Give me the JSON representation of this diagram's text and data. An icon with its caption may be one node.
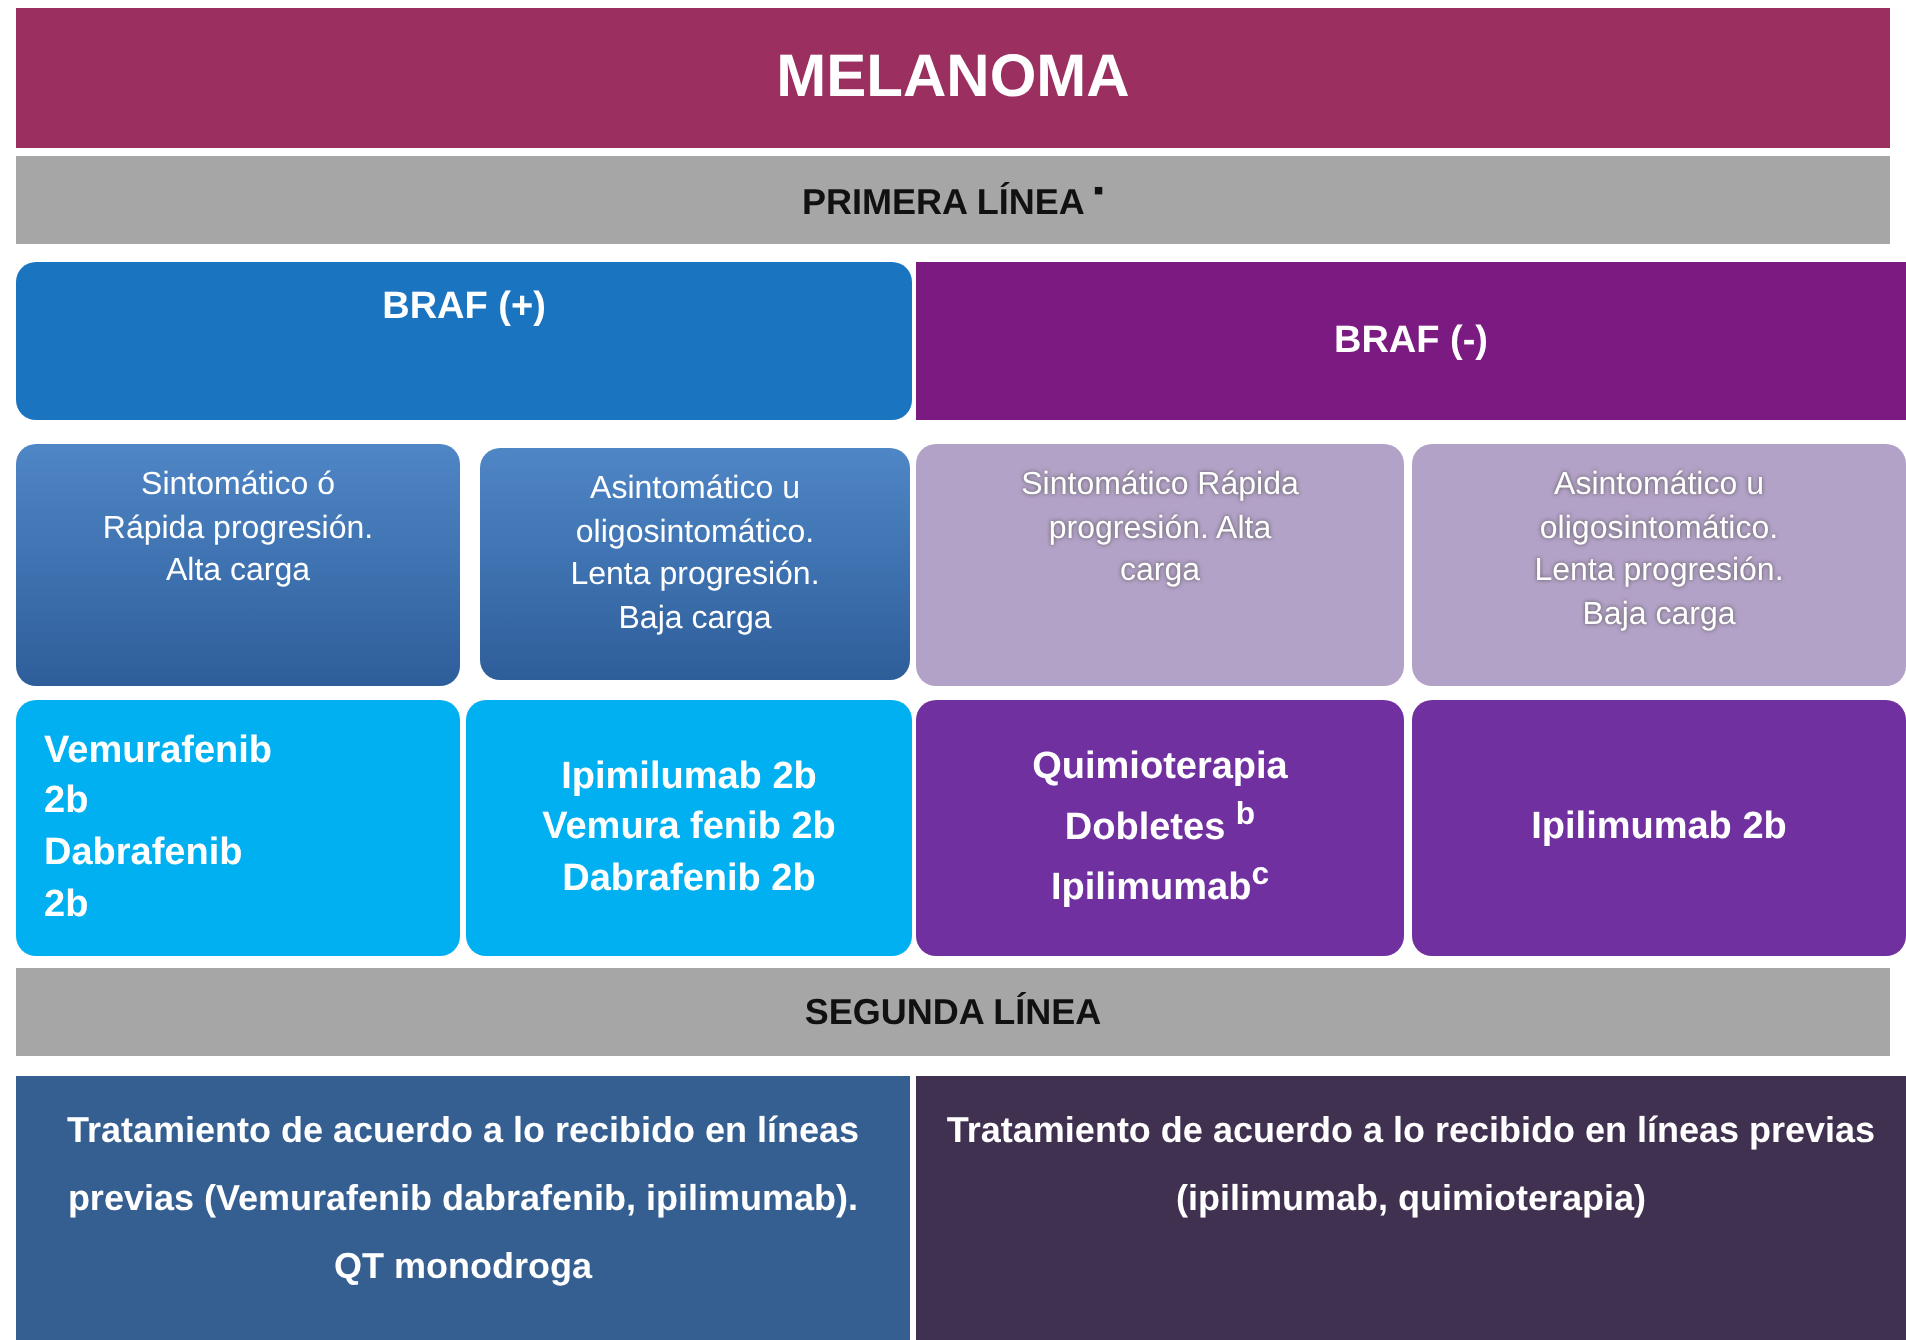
{
  "diagram": {
    "title": "MELANOMA",
    "nodes": [
      {
        "text": [
          "PRIMERA LÍNEA $^{▪}$"
        ]
      },
      {
        "text": [
          "BRAF (+)"
        ]
      },
      {
        "text": [
          "BRAF (-)"
        ]
      },
      {
        "text": [
          "Sintomático ó Rápida progresión. Alta carga"
        ]
      },
      {
        "text": [
          "Asintomático u oligosintomático. Lenta progresión. Baja carga"
        ]
      },
      {
        "text": [
          "Sintomático Rápida progresión. Alta carga"
        ]
      },
      {
        "text": [
          "Asintomático u oligosintomático. Lenta progresión. Baja carga"
        ]
      },
      {
        "text": [
          "Vemurafenib 2b Dabrafenib 2b"
        ]
      },
      {
        "text": [
          "Ipimilumab 2b Vemura fenib 2b Dabrafenib 2b"
        ]
      },
      {
        "text": [
          "Quimioterapia Dobletes $^{b}$ Ipilimumab$^{c}$"
        ]
      },
      {
        "text": [
          "Ipilimumab 2b"
        ]
      },
      {
        "text": [
          "SEGUNDA LÍNEA"
        ]
      },
      {
        "text": [
          "Tratamiento de acuerdo a lo recibido en líneas previas (Vemurafenib dabrafenib, ipilimumab). QT monodroga"
        ]
      },
      {
        "text": [
          "Tratamiento de acuerdo a lo recibido en líneas previas (ipilimumab, quimioterapia)"
        ]
      }
    ]
  }
}
